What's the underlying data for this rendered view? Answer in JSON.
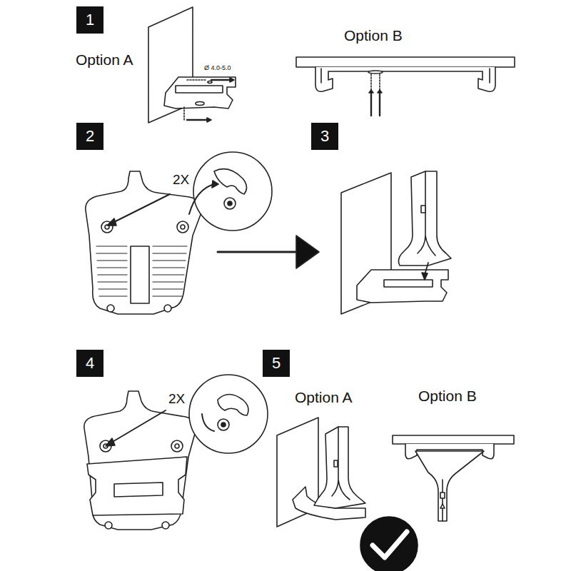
{
  "diagram": {
    "nodes": [
      {
        "text": [
          "1"
        ]
      },
      {
        "text": [
          "2"
        ]
      },
      {
        "text": [
          "3"
        ]
      },
      {
        "text": [
          "4"
        ]
      },
      {
        "text": [
          "5"
        ]
      }
    ],
    "labels": [
      "Option A",
      "Option B",
      "Ø 4.0-5.0",
      "2X",
      "2X",
      "Option A",
      "Option B"
    ]
  }
}
